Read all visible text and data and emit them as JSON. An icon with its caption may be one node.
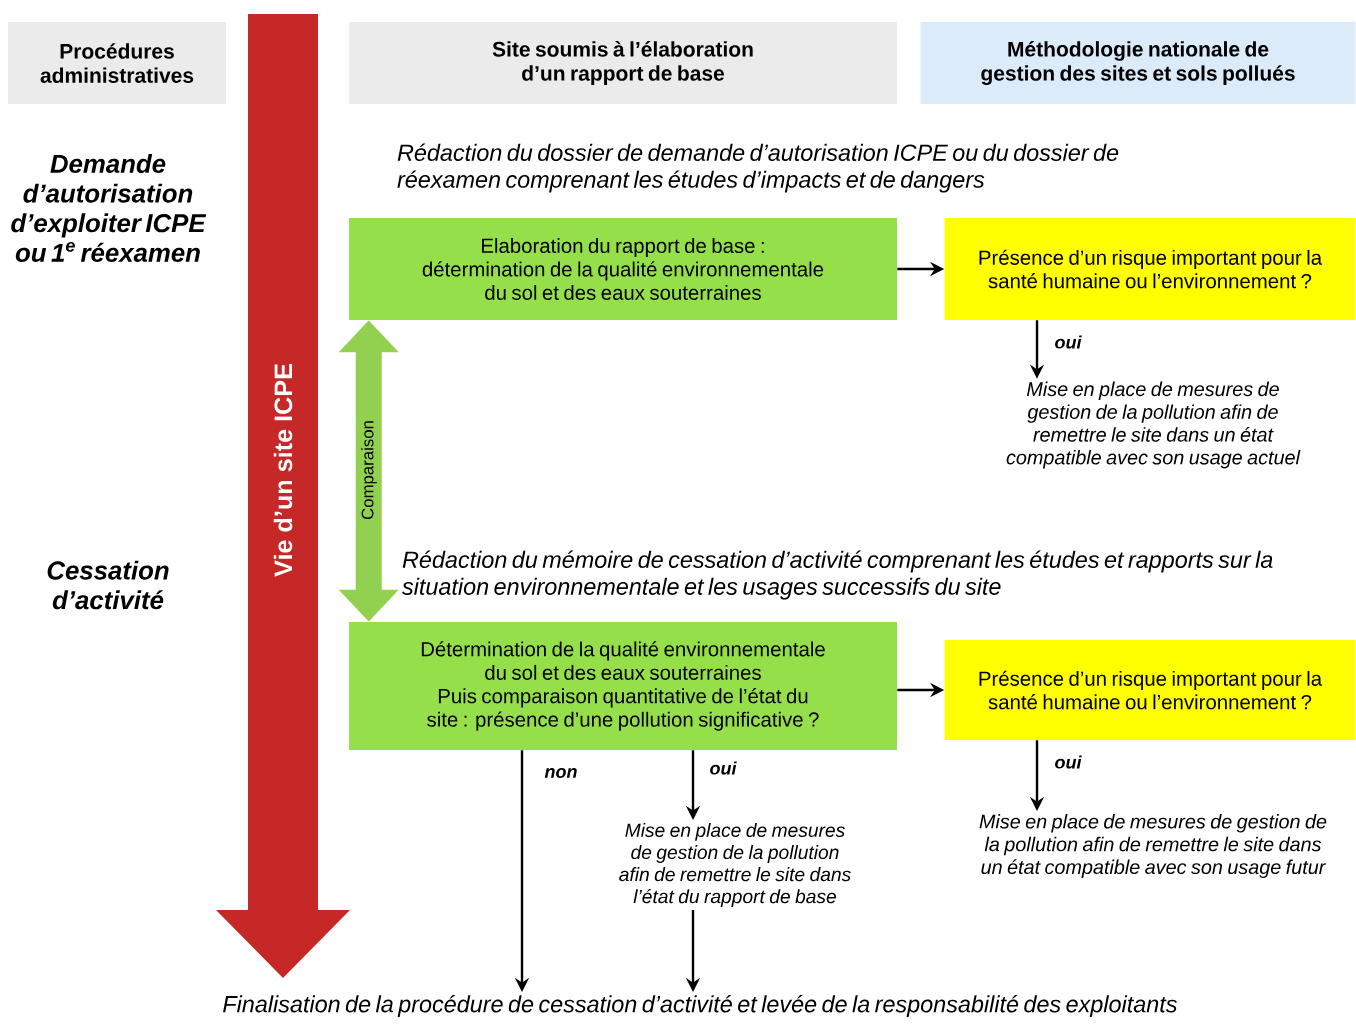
{
  "diagram": {
    "nodes": [
      {
        "text": [
          "Procédures administratives"
        ]
      },
      {
        "text": [
          "Site soumis à l’élaboration d’un rapport de base"
        ]
      },
      {
        "text": [
          "Méthodologie nationale de gestion des sites et sols pollués"
        ]
      },
      {
        "text": [
          "Vie d’un site ICPE"
        ]
      },
      {
        "text": [
          "Elaboration du rapport de base : détermination de la qualité environnementale du sol et des eaux souterraines"
        ]
      },
      {
        "text": [
          "Présence d’un risque important pour la santé humaine ou l’environnement ?"
        ]
      },
      {
        "text": [
          "Mise en place de mesures de gestion de la pollution afin de remettre le site dans un état compatible avec son usage actuel"
        ]
      },
      {
        "text": [
          "Détermination de la qualité environnementale du sol et des eaux souterraines",
          "Puis comparaison quantitative de l’état du site : présence d’une pollution significative ?"
        ]
      },
      {
        "text": [
          "Présence d’un risque important pour la santé humaine ou l’environnement ?"
        ]
      },
      {
        "text": [
          "Mise en place de mesures de gestion de la pollution afin de remettre le site dans un état compatible avec son usage futur"
        ]
      },
      {
        "text": [
          "Mise en place de mesures de gestion de la pollution afin de remettre le site dans l’état du rapport de base"
        ]
      },
      {
        "text": [
          "Finalisation de la procédure de cessation d’activité et levée de la responsabilité des exploitants"
        ]
      }
    ],
    "edges": [
      {
        "from": 4,
        "to": 5,
        "arrow": "to"
      },
      {
        "from": 5,
        "to": 6,
        "arrow": "to",
        "label": "oui"
      },
      {
        "from": 4,
        "to": 7,
        "arrow": "both",
        "label": "Comparaison",
        "style": "thick",
        "color": "#92d050"
      },
      {
        "from": 7,
        "to": 8,
        "arrow": "to"
      },
      {
        "from": 8,
        "to": 9,
        "arrow": "to",
        "label": "oui"
      },
      {
        "from": 7,
        "to": 11,
        "arrow": "to",
        "label": "non"
      },
      {
        "from": 7,
        "to": 10,
        "arrow": "to",
        "label": "oui"
      },
      {
        "from": 10,
        "to": 11,
        "arrow": "to"
      }
    ],
    "labels": [
      "Demande d’autorisation d’exploiter ICPE ou 1$^{e}$ réexamen",
      "Rédaction du dossier de demande d’autorisation ICPE ou du dossier de réexamen comprenant les études d’impacts et de dangers",
      "Cessation d’activité",
      "Rédaction du mémoire de cessation d’activité comprenant les études et rapports sur la situation environnementale et les usages successifs du site"
    ]
  }
}
